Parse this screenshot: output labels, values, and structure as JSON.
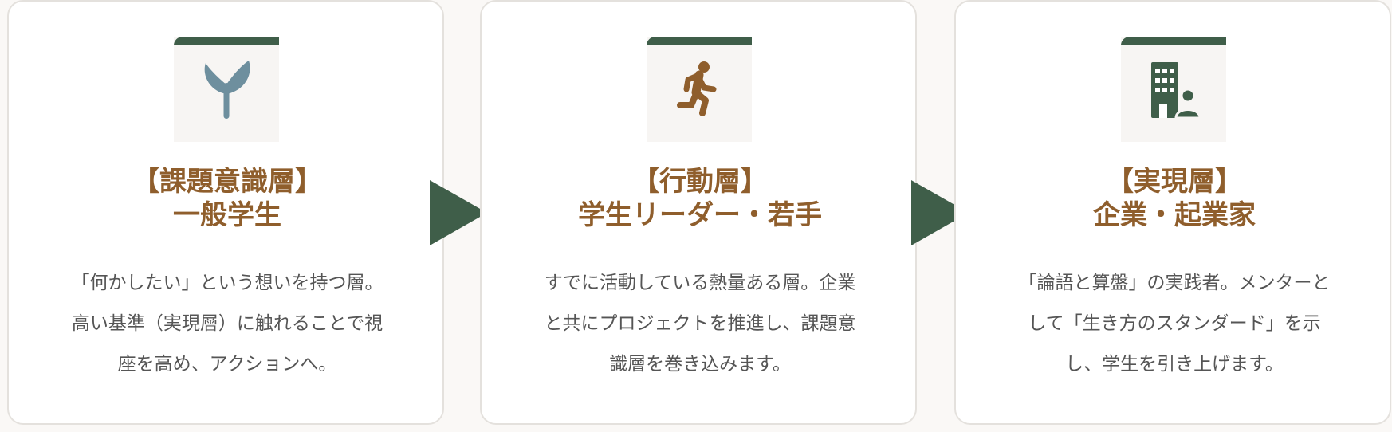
{
  "colors": {
    "accent_green": "#3f5e49",
    "title_brown": "#8f5e2c",
    "sprout_blue": "#6e8f9e",
    "runner_brown": "#8f5e2c",
    "building_green": "#3f5e49"
  },
  "cards": [
    {
      "icon": "sprout-icon",
      "title_line1": "【課題意識層】",
      "title_line2": "一般学生",
      "desc_line1": "「何かしたい」という想いを持つ層。",
      "desc_line2": "高い基準（実現層）に触れることで視",
      "desc_line3": "座を高め、アクションへ。"
    },
    {
      "icon": "running-person-icon",
      "title_line1": "【行動層】",
      "title_line2": "学生リーダー・若手",
      "desc_line1": "すでに活動している熱量ある層。企業",
      "desc_line2": "と共にプロジェクトを推進し、課題意",
      "desc_line3": "識層を巻き込みます。"
    },
    {
      "icon": "building-person-icon",
      "title_line1": "【実現層】",
      "title_line2": "企業・起業家",
      "desc_line1": "「論語と算盤」の実践者。メンターと",
      "desc_line2": "して「生き方のスタンダード」を示",
      "desc_line3": "し、学生を引き上げます。"
    }
  ],
  "arrows": [
    "arrow-right-icon",
    "arrow-right-icon"
  ]
}
